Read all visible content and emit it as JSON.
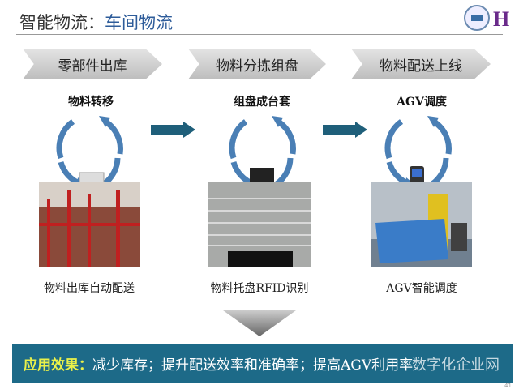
{
  "header": {
    "title_main": "智能物流：",
    "title_sub": "车间物流"
  },
  "steps": [
    {
      "chevron": "零部件出库",
      "label": "物料转移",
      "caption": "物料出库自动配送"
    },
    {
      "chevron": "物料分拣组盘",
      "label": "组盘成台套",
      "caption": "物料托盘RFID识别"
    },
    {
      "chevron": "物料配送上线",
      "label": "AGV调度",
      "caption": "AGV智能调度"
    }
  ],
  "effect": {
    "label": "应用效果：",
    "text": "减少库存；提升配送效率和准确率；提高AGV利用率"
  },
  "watermark": "数字化企业网",
  "page_number": "41",
  "colors": {
    "band": "#1d6a88",
    "arrow": "#1f5f7a",
    "cycle": "#4a7fb5",
    "accent": "#e9f04a"
  }
}
